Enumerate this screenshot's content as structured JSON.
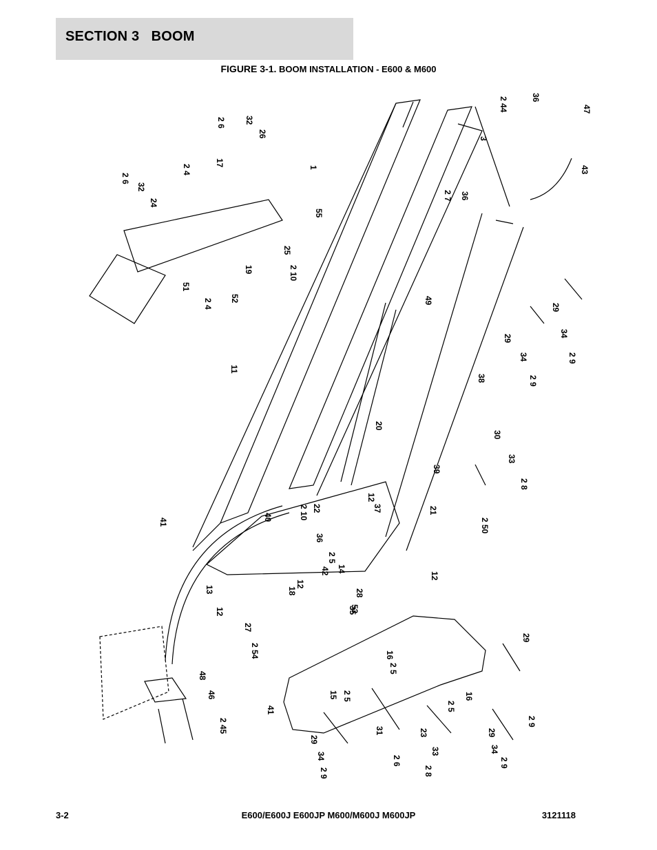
{
  "header": {
    "section_title": "SECTION 3   BOOM",
    "figure_number": "FIGURE 3-1.",
    "figure_caption": "BOOM INSTALLATION - E600 & M600"
  },
  "footer": {
    "page_number": "3-2",
    "models": "E600/E600J E600JP M600/M600J M600JP",
    "doc_number": "3121118"
  },
  "callouts": [
    "1",
    "3",
    "11",
    "12",
    "12",
    "12",
    "12",
    "13",
    "14",
    "15",
    "16",
    "16",
    "17",
    "18",
    "19",
    "20",
    "21",
    "22",
    "23",
    "24",
    "25",
    "26",
    "27",
    "28",
    "29",
    "29",
    "29",
    "29",
    "29",
    "30",
    "31",
    "32",
    "32",
    "33",
    "33",
    "34",
    "34",
    "34",
    "34",
    "35",
    "36",
    "36",
    "36",
    "37",
    "38",
    "39",
    "40",
    "41",
    "41",
    "42",
    "43",
    "46",
    "47",
    "48",
    "49",
    "51",
    "52",
    "53",
    "55",
    "2 4",
    "2 4",
    "2 5",
    "2 5",
    "2 5",
    "2 5",
    "2 6",
    "2 6",
    "2 6",
    "2 7",
    "2 8",
    "2 8",
    "2 9",
    "2 9",
    "2 9",
    "2 9",
    "2 9",
    "2 10",
    "2 10",
    "2 44",
    "2 45",
    "2 50",
    "2 54"
  ]
}
